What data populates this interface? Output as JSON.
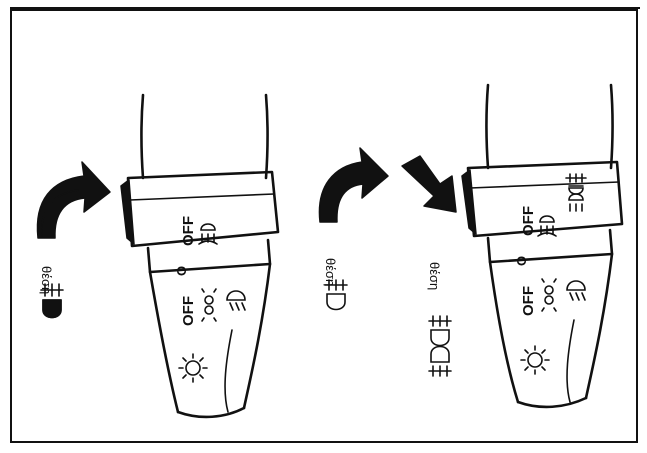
{
  "colors": {
    "ink": "#111111",
    "paper": "#ffffff"
  },
  "left_panel": {
    "position_caption": "θέση",
    "ring_off_label": "OFF",
    "ring_symbol": "front-fog-lamp-symbol",
    "collar_index_mark": "O",
    "switch_off_label": "OFF",
    "arrow": "curved-arrow-icon"
  },
  "right_panel": {
    "caption_one": "θέση",
    "caption_two": "θέση",
    "ring_off_label": "OFF",
    "collar_index_mark": "O",
    "switch_off_label": "OFF",
    "arrows": [
      "curved-arrow-icon",
      "bent-arrow-icon"
    ]
  }
}
